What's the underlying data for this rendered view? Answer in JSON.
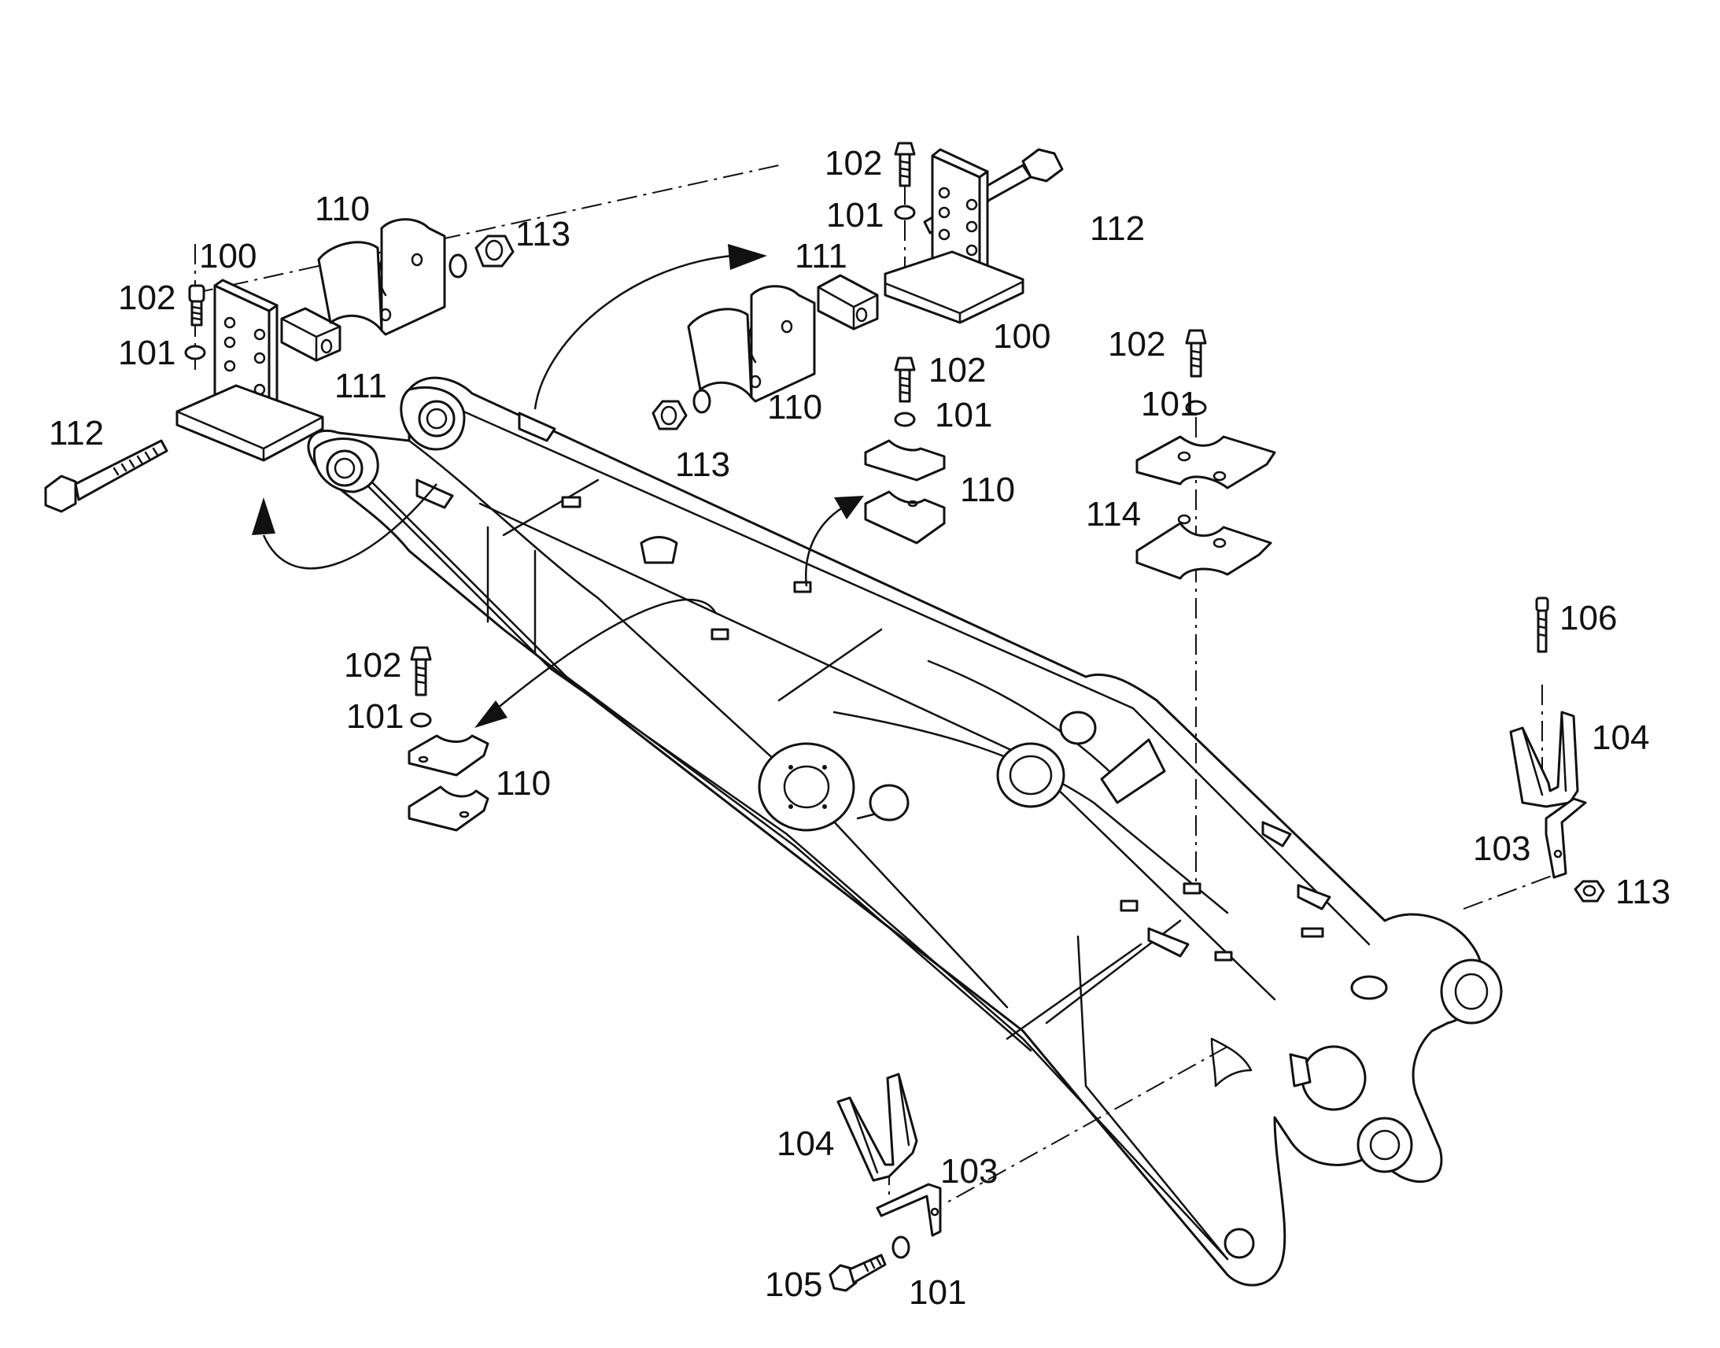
{
  "labels": {
    "l100a": "100",
    "l102a": "102",
    "l101a": "101",
    "l110a": "110",
    "l113a": "113",
    "l111a": "111",
    "l112a": "112",
    "l102b": "102",
    "l101b": "101",
    "l112b": "112",
    "l111b": "111",
    "l100b": "100",
    "l110b": "110",
    "l113b": "113",
    "l102c": "102",
    "l101c": "101",
    "l110c": "110",
    "l102d": "102",
    "l101d": "101",
    "l114": "114",
    "l102e": "102",
    "l101e": "101",
    "l110e": "110",
    "l106": "106",
    "l104a": "104",
    "l103a": "103",
    "l113c": "113",
    "l104b": "104",
    "l103b": "103",
    "l105": "105",
    "l101f": "101"
  }
}
